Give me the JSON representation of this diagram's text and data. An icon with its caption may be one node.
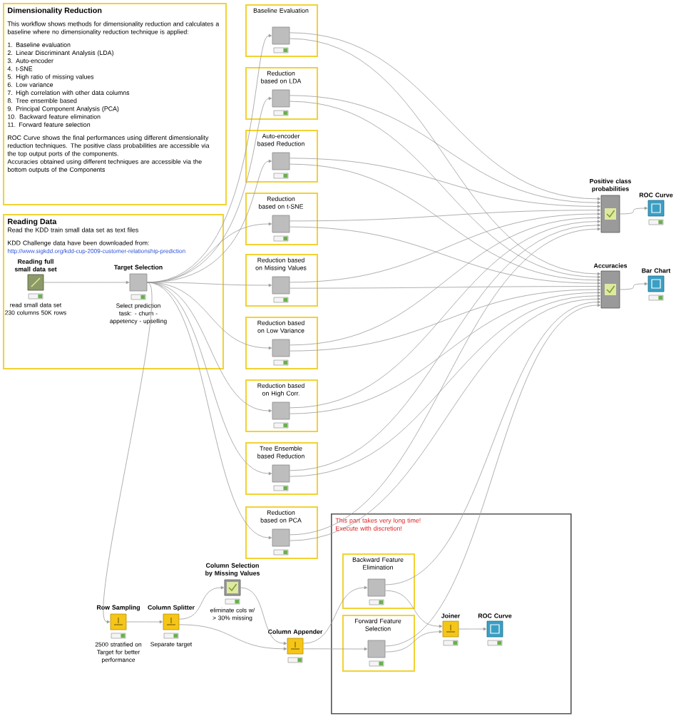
{
  "diagram": {
    "nodes": [
      {
        "text": [
          "Dimensionality Reduction",
          "This workflow shows methods for dimensionality reduction and calculates a baseline where no dimensionality reduction technique is applied:",
          "1. Baseline evaluation",
          "2. Linear Discriminant Analysis (LDA)",
          "3. Auto-encoder",
          "4. t-SNE",
          "5. High ratio of missing values",
          "6. Low variance",
          "7. High correlation with other data columns",
          "8. Tree ensemble based",
          "9. Principal Component Analysis (PCA)",
          "10. Backward feature elimination",
          "11. Forward feature selection",
          "ROC Curve shows the final performances using different dimensionality reduction techniques. The positive class probabilities are accessible via the top output ports of the components.",
          "Accuracies obtained using different techniques are accessible via the bottom outputs of the Components"
        ]
      },
      {
        "text": [
          "Reading Data",
          "Read the KDD train small data set as text files",
          "KDD Challenge data have been downloaded from:",
          "http://www.sigkdd.org/kdd-cup-2009-customer-relationship-prediction"
        ]
      },
      {
        "text": [
          "Reading full small data set"
        ],
        "beside": [
          "read small data set 230 columns 50K rows"
        ],
        "in": 1
      },
      {
        "text": [
          "Target Selection"
        ],
        "beside": [
          "Select prediction task: - churn - appetency - upselling"
        ],
        "in": 1
      },
      {
        "text": [
          "Baseline Evaluation"
        ]
      },
      {
        "text": [],
        "shape": "box",
        "in": 4
      },
      {
        "text": [
          "Reduction based on LDA"
        ]
      },
      {
        "text": [],
        "shape": "box",
        "in": 6
      },
      {
        "text": [
          "Auto-encoder based Reduction"
        ]
      },
      {
        "text": [],
        "shape": "box",
        "in": 8
      },
      {
        "text": [
          "Reduction based on t-SNE"
        ]
      },
      {
        "text": [],
        "shape": "box",
        "in": 10
      },
      {
        "text": [
          "Reduction based on Missing Values"
        ]
      },
      {
        "text": [],
        "shape": "box",
        "in": 12
      },
      {
        "text": [
          "Reduction based on Low Variance"
        ]
      },
      {
        "text": [],
        "shape": "box",
        "in": 14
      },
      {
        "text": [
          "Reduction based on High Corr."
        ]
      },
      {
        "text": [],
        "shape": "box",
        "in": 16
      },
      {
        "text": [
          "Tree Ensemble based Reduction"
        ]
      },
      {
        "text": [],
        "shape": "box",
        "in": 18
      },
      {
        "text": [
          "Reduction based on PCA"
        ]
      },
      {
        "text": [],
        "shape": "box",
        "in": 20
      },
      {
        "text": [
          "Positive class probabilities"
        ]
      },
      {
        "text": [
          "ROC Curve"
        ]
      },
      {
        "text": [
          "Accuracies"
        ]
      },
      {
        "text": [
          "Bar Chart"
        ]
      },
      {
        "text": [
          "Row Sampling"
        ],
        "beside": [
          "2500 stratified on Target for better performance"
        ]
      },
      {
        "text": [
          "Column Splitter"
        ],
        "beside": [
          "Separate target"
        ]
      },
      {
        "text": [
          "Column Selection by Missing Values"
        ],
        "beside": [
          "eliminate cols w/ > 30% missing"
        ]
      },
      {
        "text": [
          "Column Appender"
        ]
      },
      {
        "text": [
          "This part takes very long time! Execute with discretion!"
        ]
      },
      {
        "text": [
          "Backward Feature Elimination"
        ],
        "in": 30
      },
      {
        "text": [],
        "shape": "box",
        "in": 31
      },
      {
        "text": [
          "Forward Feature Selection"
        ],
        "in": 30
      },
      {
        "text": [],
        "shape": "box",
        "in": 33
      },
      {
        "text": [
          "Joiner"
        ],
        "in": 30
      },
      {
        "text": [
          "ROC Curve"
        ],
        "in": 30
      }
    ],
    "edges": [
      {
        "from": 2,
        "to": 3,
        "arrow": "to"
      },
      {
        "from": 3,
        "to": 5,
        "arrow": "to"
      },
      {
        "from": 3,
        "to": 7,
        "arrow": "to"
      },
      {
        "from": 3,
        "to": 9,
        "arrow": "to"
      },
      {
        "from": 3,
        "to": 11,
        "arrow": "to"
      },
      {
        "from": 3,
        "to": 13,
        "arrow": "to"
      },
      {
        "from": 3,
        "to": 15,
        "arrow": "to"
      },
      {
        "from": 3,
        "to": 17,
        "arrow": "to"
      },
      {
        "from": 3,
        "to": 19,
        "arrow": "to"
      },
      {
        "from": 3,
        "to": 21,
        "arrow": "to"
      },
      {
        "from": 3,
        "to": 26,
        "arrow": "to"
      },
      {
        "from": 26,
        "to": 27,
        "arrow": "to"
      },
      {
        "from": 27,
        "to": 28,
        "arrow": "to"
      },
      {
        "from": 27,
        "to": 29,
        "arrow": "to"
      },
      {
        "from": 28,
        "to": 29,
        "arrow": "to"
      },
      {
        "from": 29,
        "to": 32,
        "arrow": "to"
      },
      {
        "from": 29,
        "to": 34,
        "arrow": "to"
      },
      {
        "from": 5,
        "to": 22,
        "arrow": "to"
      },
      {
        "from": 5,
        "to": 24,
        "arrow": "to"
      },
      {
        "from": 7,
        "to": 22,
        "arrow": "to"
      },
      {
        "from": 7,
        "to": 24,
        "arrow": "to"
      },
      {
        "from": 9,
        "to": 22,
        "arrow": "to"
      },
      {
        "from": 9,
        "to": 24,
        "arrow": "to"
      },
      {
        "from": 11,
        "to": 22,
        "arrow": "to"
      },
      {
        "from": 11,
        "to": 24,
        "arrow": "to"
      },
      {
        "from": 13,
        "to": 22,
        "arrow": "to"
      },
      {
        "from": 13,
        "to": 24,
        "arrow": "to"
      },
      {
        "from": 15,
        "to": 22,
        "arrow": "to"
      },
      {
        "from": 15,
        "to": 24,
        "arrow": "to"
      },
      {
        "from": 17,
        "to": 22,
        "arrow": "to"
      },
      {
        "from": 17,
        "to": 24,
        "arrow": "to"
      },
      {
        "from": 19,
        "to": 22,
        "arrow": "to"
      },
      {
        "from": 19,
        "to": 24,
        "arrow": "to"
      },
      {
        "from": 21,
        "to": 22,
        "arrow": "to"
      },
      {
        "from": 21,
        "to": 24,
        "arrow": "to"
      },
      {
        "from": 32,
        "to": 35,
        "arrow": "to"
      },
      {
        "from": 34,
        "to": 35,
        "arrow": "to"
      },
      {
        "from": 32,
        "to": 24,
        "arrow": "to"
      },
      {
        "from": 34,
        "to": 24,
        "arrow": "to"
      },
      {
        "from": 35,
        "to": 36,
        "arrow": "to"
      },
      {
        "from": 22,
        "to": 23,
        "arrow": "to"
      },
      {
        "from": 24,
        "to": 25,
        "arrow": "to"
      }
    ]
  }
}
